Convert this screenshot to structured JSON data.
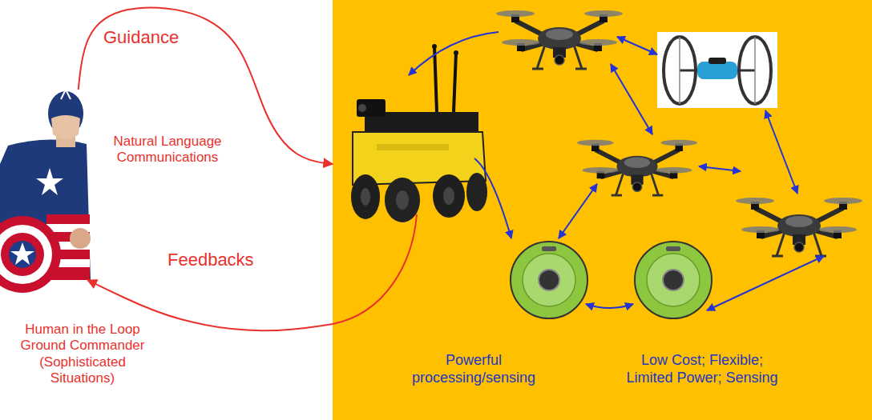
{
  "diagram": {
    "nodes": [
      {
        "text": [
          "Natural Language Communications",
          "Human in the Loop Ground Commander (Sophisticated Situations)"
        ]
      },
      {
        "text": [
          "Powerful processing/sensing",
          "Low Cost; Flexible; Limited Power; Sensing"
        ]
      }
    ],
    "edges": [
      {
        "from": 0,
        "to": 1,
        "label": "Guidance",
        "arrow": "to"
      },
      {
        "from": 1,
        "to": 0,
        "label": "Feedbacks",
        "arrow": "to"
      }
    ]
  }
}
